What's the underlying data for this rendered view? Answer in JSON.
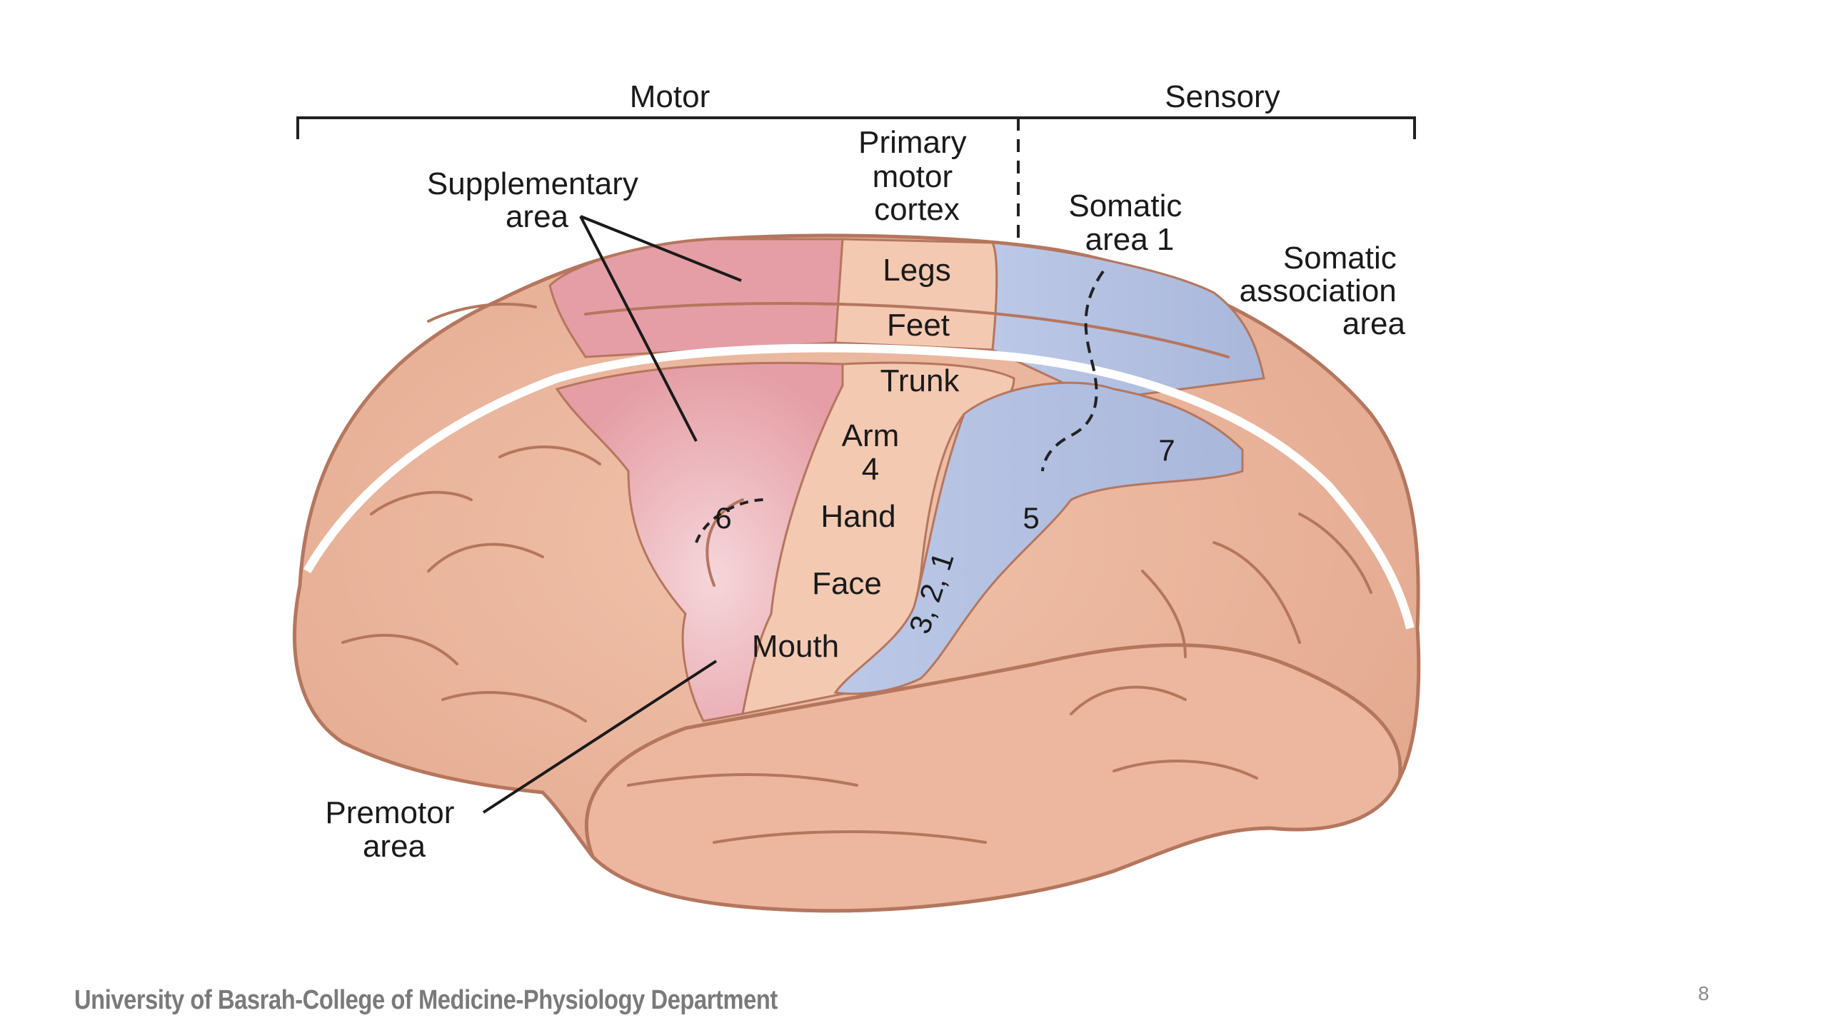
{
  "slide": {
    "footer_text": "University of Basrah-College of Medicine-Physiology Department",
    "page_number": "8"
  },
  "diagram": {
    "header_labels": {
      "motor": "Motor",
      "sensory": "Sensory"
    },
    "callouts": {
      "supplementary_line1": "Supplementary",
      "supplementary_line2": "area",
      "primary_line1": "Primary",
      "primary_line2": "motor",
      "primary_line3": "cortex",
      "somatic1_line1": "Somatic",
      "somatic1_line2": "area 1",
      "assoc_line1": "Somatic",
      "assoc_line2": "association",
      "assoc_line3": "area",
      "premotor_line1": "Premotor",
      "premotor_line2": "area"
    },
    "body_map_labels": {
      "legs": "Legs",
      "feet": "Feet",
      "trunk": "Trunk",
      "arm": "Arm",
      "area4": "4",
      "hand": "Hand",
      "face": "Face",
      "mouth": "Mouth"
    },
    "area_numbers": {
      "area6": "6",
      "area5": "5",
      "area7": "7",
      "area321": "3, 2, 1"
    },
    "colors": {
      "brain_base": "#eab49c",
      "brain_outline": "#b5765e",
      "motor_pink": "#e59ea5",
      "primary_peach": "#f3c9b2",
      "sensory_blue": "#b7c3e0",
      "gap_white": "#ffffff"
    }
  }
}
